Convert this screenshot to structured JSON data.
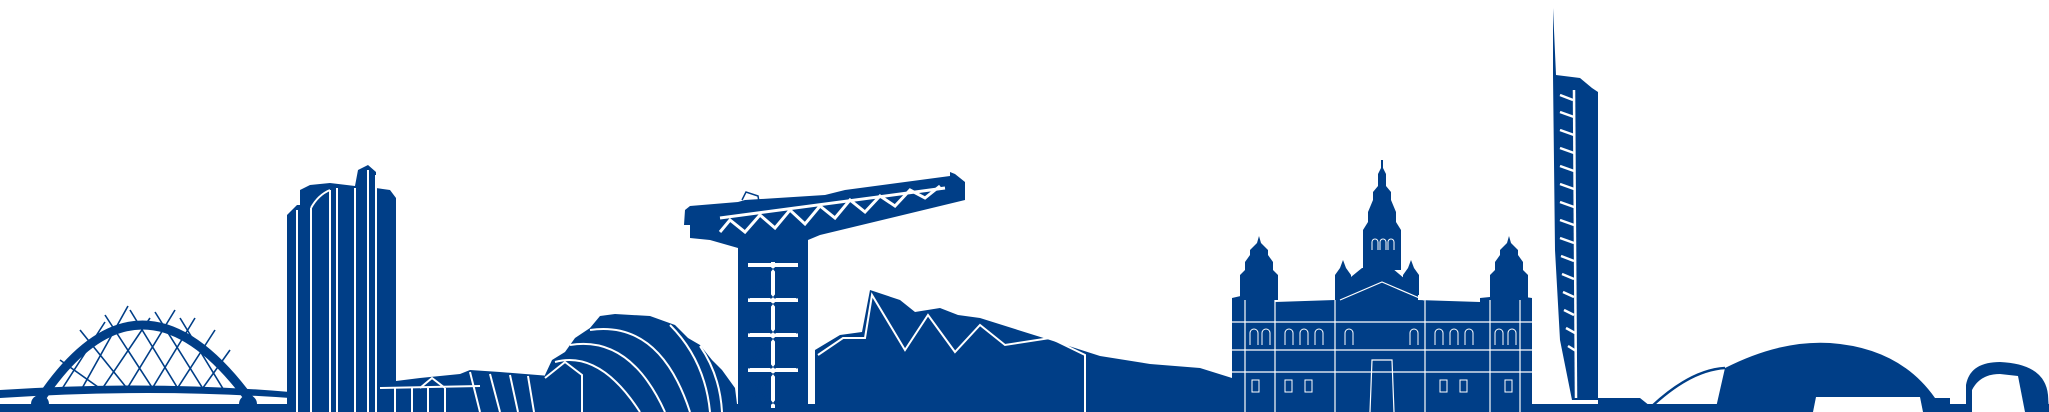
{
  "title": "Glasgow skyline illustration",
  "colors": {
    "brand": "#003e87",
    "background": "#ffffff",
    "detail": "#ffffff"
  },
  "landmarks": [
    {
      "id": "bridge",
      "label": "Clyde Arc bridge"
    },
    {
      "id": "tower",
      "label": "High-rise tower block"
    },
    {
      "id": "clyde-auditorium",
      "label": "Clyde Auditorium"
    },
    {
      "id": "crane",
      "label": "Finnieston Crane"
    },
    {
      "id": "riverside-museum",
      "label": "Riverside Museum"
    },
    {
      "id": "city-chambers",
      "label": "Glasgow City Chambers"
    },
    {
      "id": "glasgow-tower",
      "label": "Glasgow Tower"
    },
    {
      "id": "hydro",
      "label": "Arena dome"
    },
    {
      "id": "rotunda",
      "label": "Rotunda"
    }
  ]
}
